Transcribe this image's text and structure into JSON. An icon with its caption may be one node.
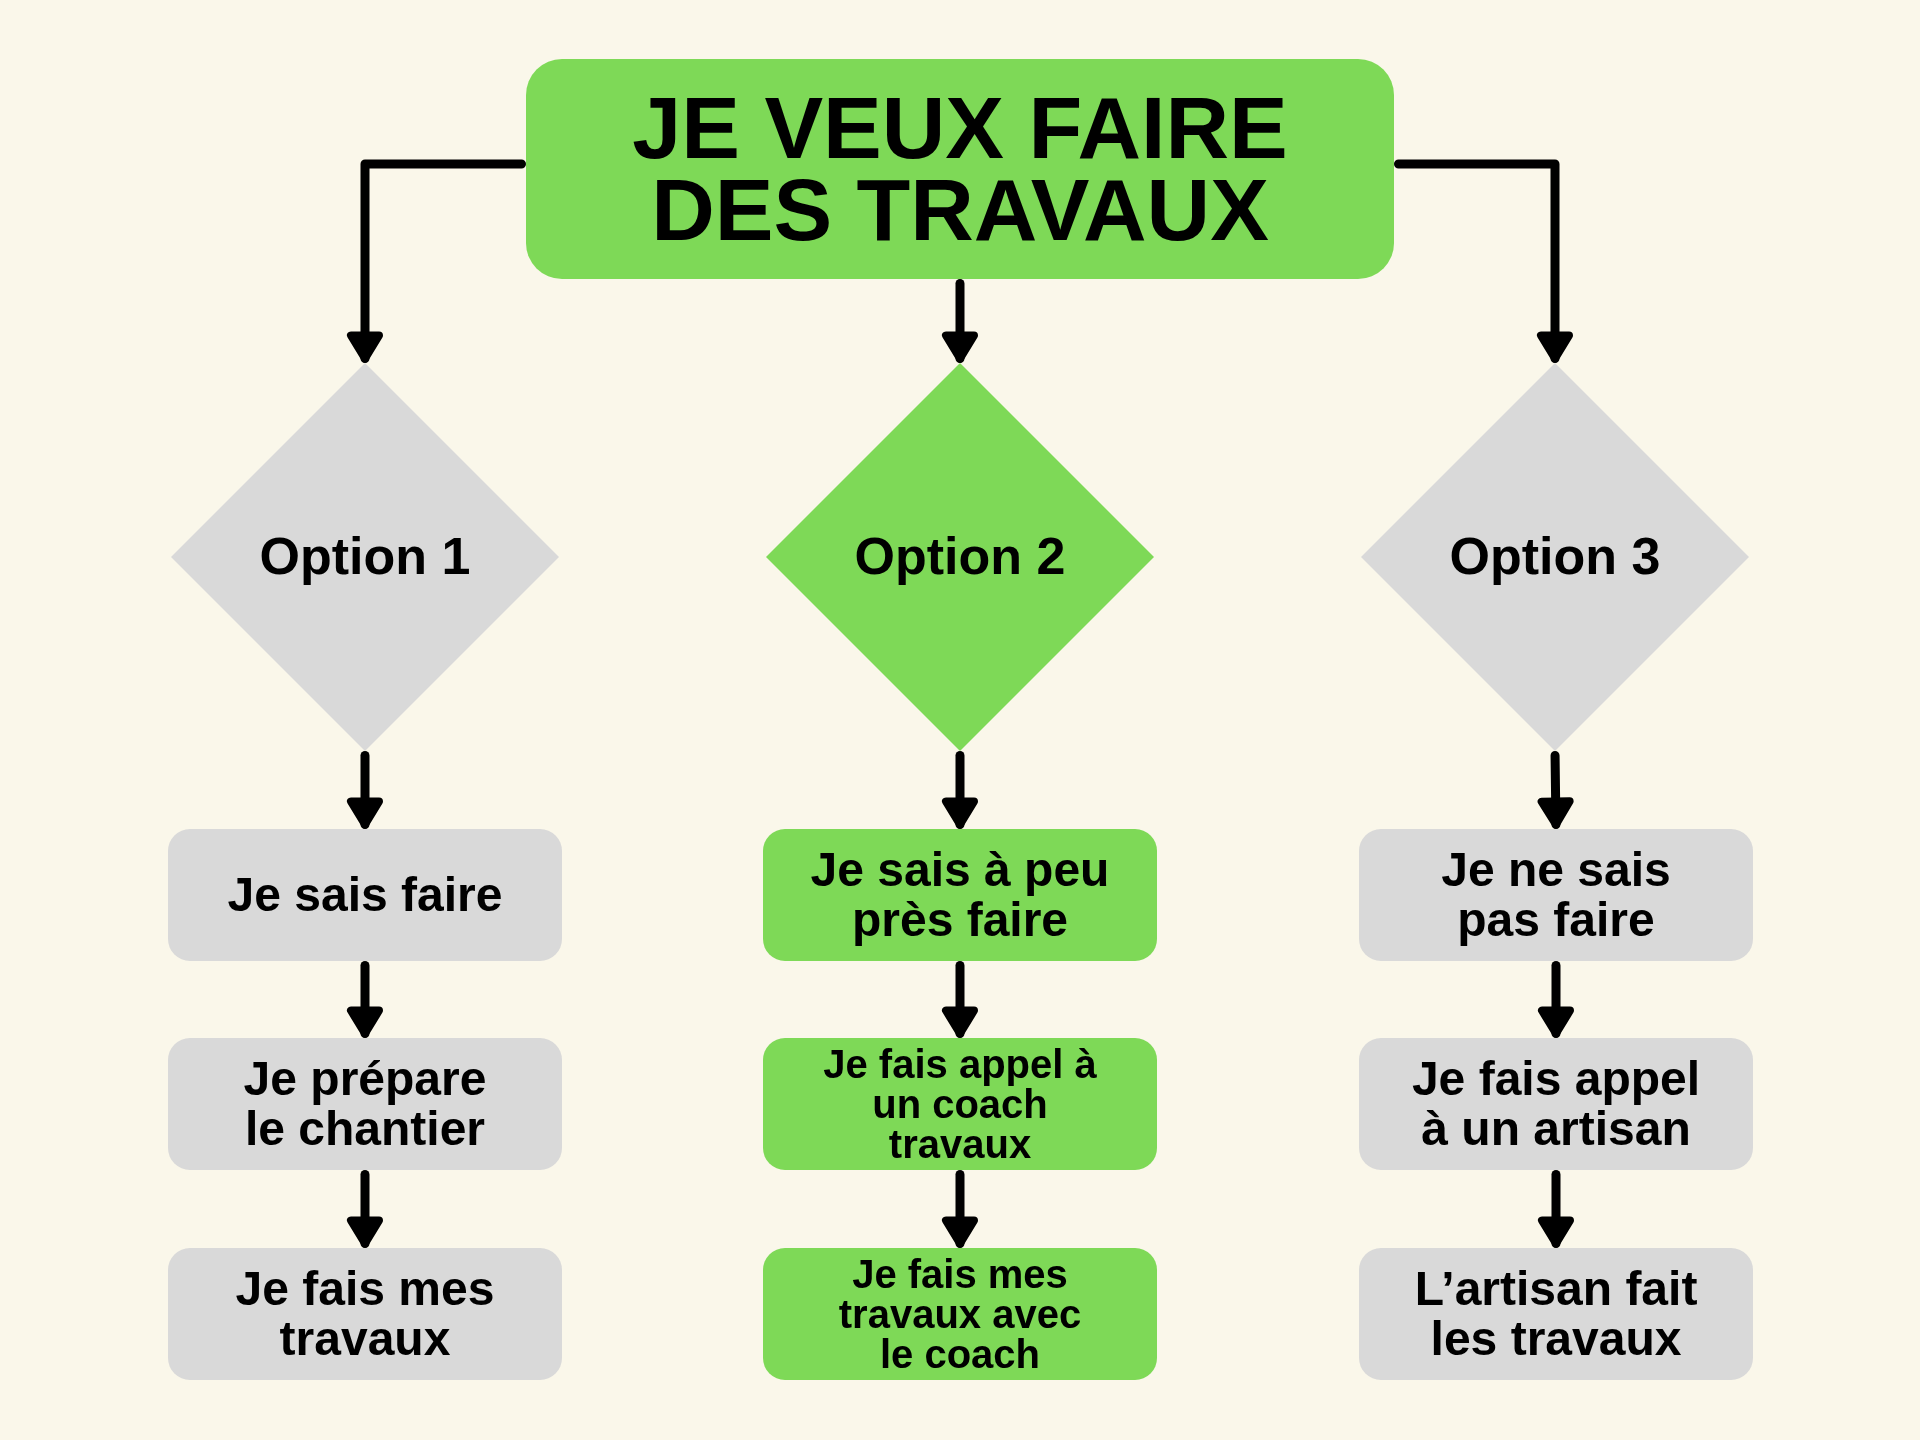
{
  "diagram": {
    "nodes": [
      {
        "text": [
          "JE VEUX FAIRE DES TRAVAUX"
        ]
      },
      {
        "text": [
          "Option 1"
        ]
      },
      {
        "text": [
          "Option 2"
        ]
      },
      {
        "text": [
          "Option 3"
        ]
      },
      {
        "text": [
          "Je sais faire"
        ]
      },
      {
        "text": [
          "Je sais à peu près faire"
        ]
      },
      {
        "text": [
          "Je ne sais pas faire"
        ]
      },
      {
        "text": [
          "Je prépare le chantier"
        ]
      },
      {
        "text": [
          "Je fais appel à un coach travaux"
        ]
      },
      {
        "text": [
          "Je fais appel à un artisan"
        ]
      },
      {
        "text": [
          "Je fais mes travaux"
        ]
      },
      {
        "text": [
          "Je fais mes travaux avec le coach"
        ]
      },
      {
        "text": [
          "L’artisan fait les travaux"
        ]
      }
    ],
    "edges": [
      {
        "from": 0,
        "to": 1,
        "arrow": "to"
      },
      {
        "from": 0,
        "to": 2,
        "arrow": "to"
      },
      {
        "from": 0,
        "to": 3,
        "arrow": "to"
      },
      {
        "from": 1,
        "to": 4,
        "arrow": "to"
      },
      {
        "from": 2,
        "to": 5,
        "arrow": "to"
      },
      {
        "from": 3,
        "to": 6,
        "arrow": "to"
      },
      {
        "from": 4,
        "to": 7,
        "arrow": "to"
      },
      {
        "from": 5,
        "to": 8,
        "arrow": "to"
      },
      {
        "from": 6,
        "to": 9,
        "arrow": "to"
      },
      {
        "from": 7,
        "to": 10,
        "arrow": "to"
      },
      {
        "from": 8,
        "to": 11,
        "arrow": "to"
      },
      {
        "from": 9,
        "to": 12,
        "arrow": "to"
      }
    ]
  }
}
